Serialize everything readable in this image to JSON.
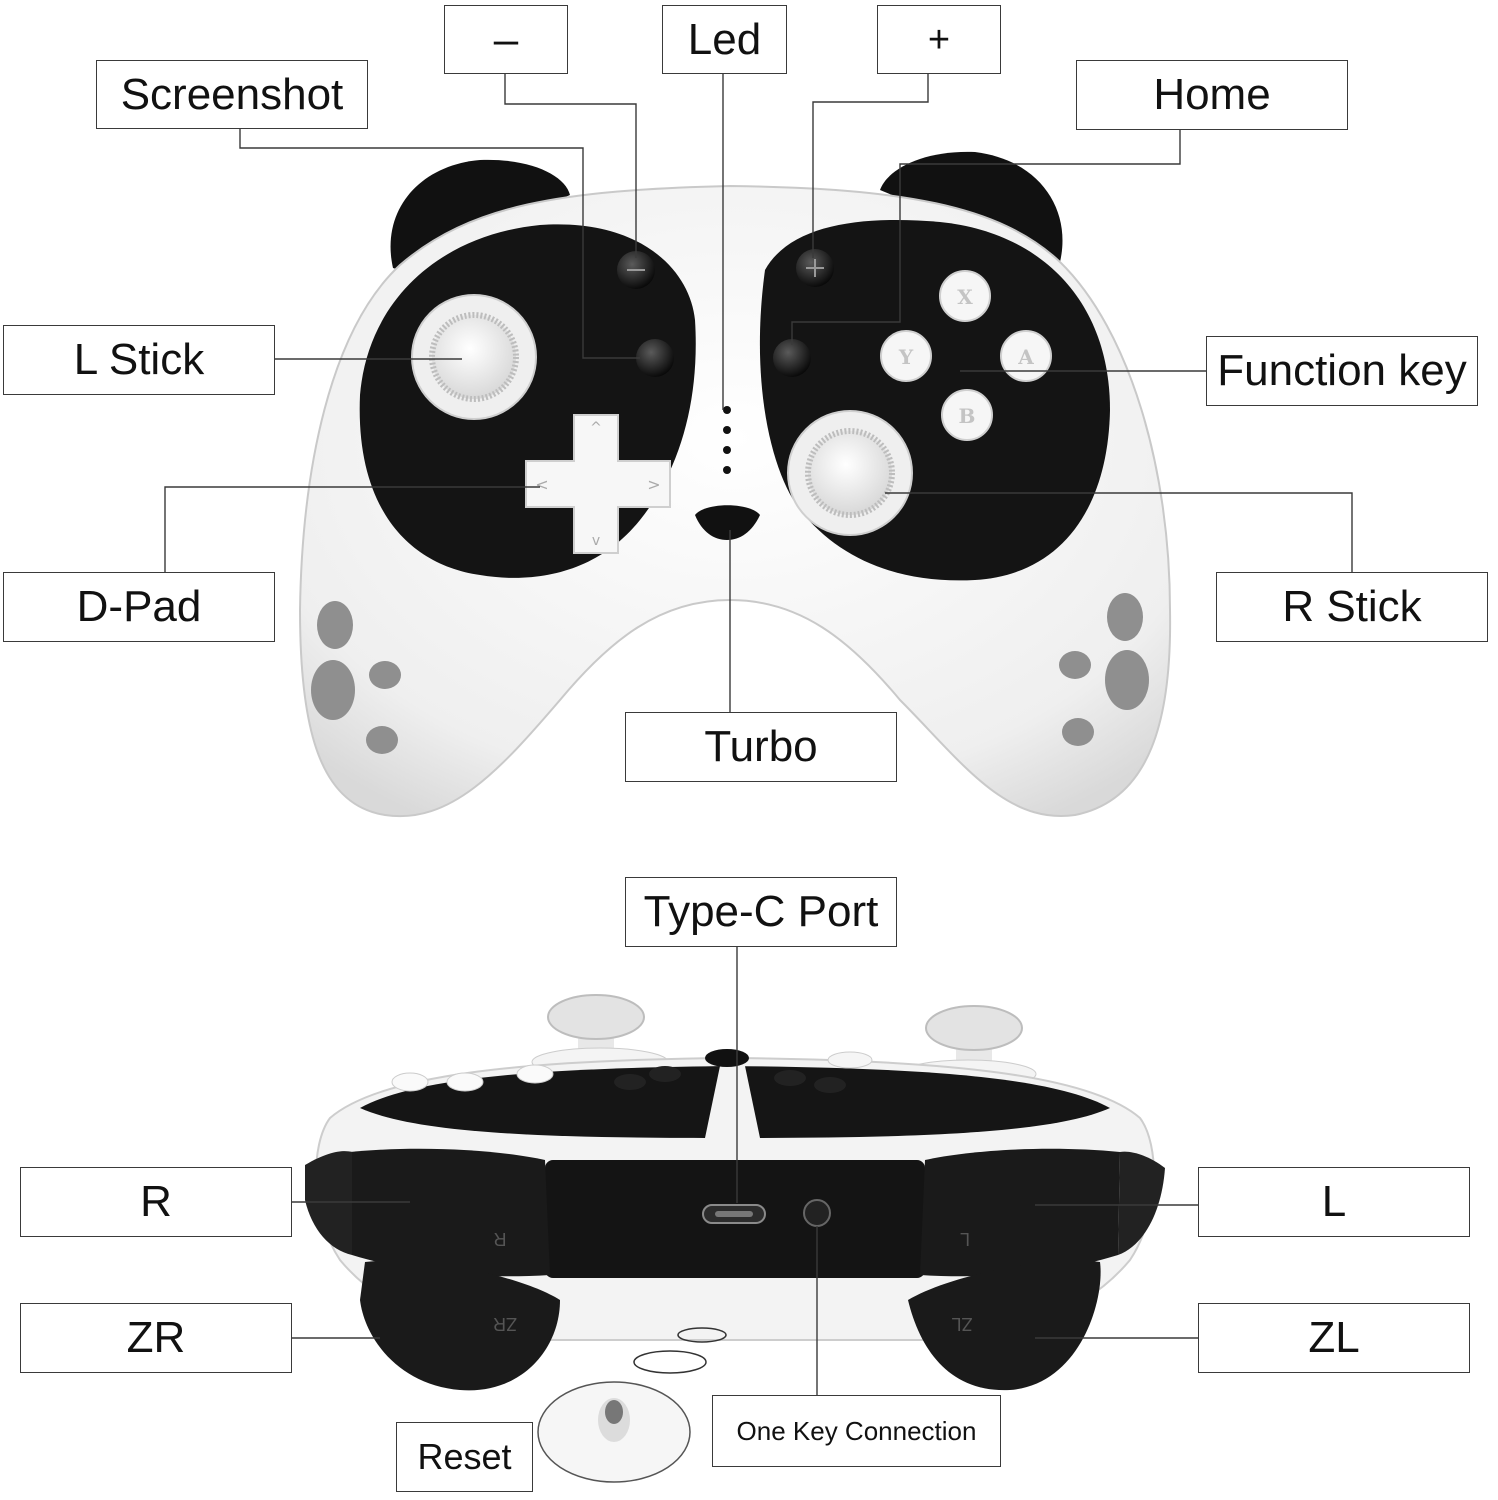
{
  "labels": {
    "minus": "–",
    "led": "Led",
    "plus": "+",
    "screenshot": "Screenshot",
    "home": "Home",
    "l_stick": "L Stick",
    "function_key": "Function key",
    "d_pad": "D-Pad",
    "r_stick": "R Stick",
    "turbo": "Turbo",
    "type_c_port": "Type-C Port",
    "r_trigger": "R",
    "l_trigger": "L",
    "zr_trigger": "ZR",
    "zl_trigger": "ZL",
    "reset": "Reset",
    "one_key_connection": "One Key Connection"
  },
  "controller": {
    "face_buttons": [
      "X",
      "Y",
      "A",
      "B"
    ],
    "shoulder_marks": [
      "R",
      "L",
      "ZR",
      "ZL"
    ]
  },
  "colors": {
    "body": "#f3f3f3",
    "patch": "#141414",
    "paw": "#8f8f8f",
    "line": "#3a3a3a"
  }
}
